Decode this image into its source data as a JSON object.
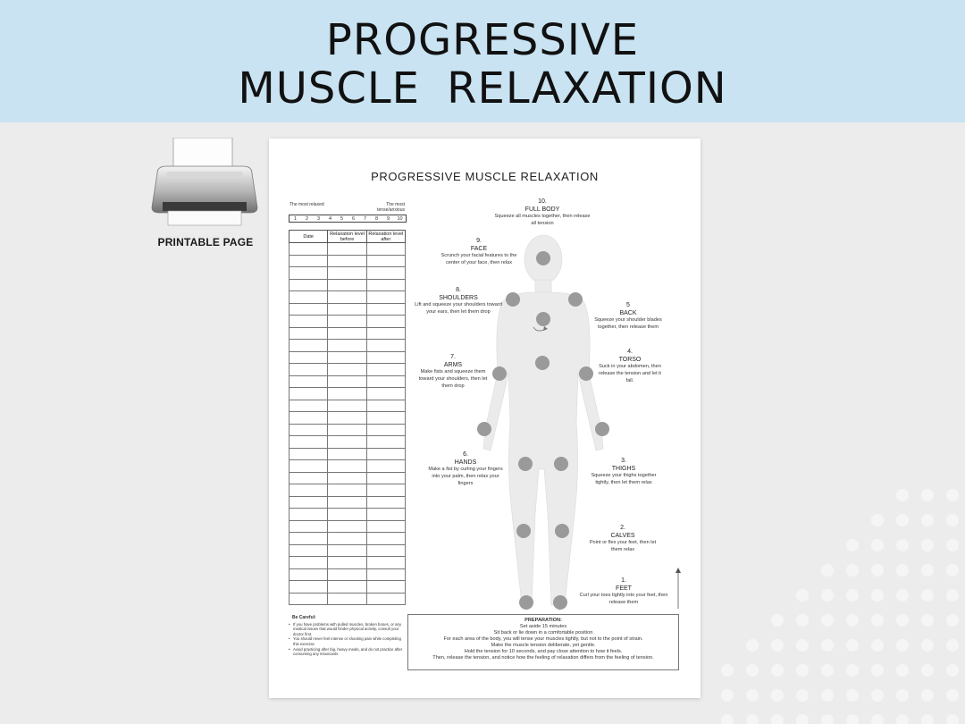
{
  "header": {
    "title_line1": "PROGRESSIVE",
    "title_line2": "MUSCLE RELAXATION"
  },
  "printer": {
    "label": "PRINTABLE PAGE",
    "icon": "printer-icon"
  },
  "sheet": {
    "title": "PROGRESSIVE MUSCLE RELAXATION",
    "scale": {
      "min_label": "The most relaxed",
      "max_label": "The most tense/anxious",
      "numbers": [
        "1",
        "2",
        "3",
        "4",
        "5",
        "6",
        "7",
        "8",
        "9",
        "10"
      ]
    },
    "log_table": {
      "headers": [
        "Date",
        "Relaxation level before",
        "Relaxation level after"
      ],
      "blank_rows": 30
    },
    "careful": {
      "title": "Be Careful:",
      "items": [
        "If you have problems with pulled muscles, broken bones, or any medical issues that would hinder physical activity, consult your doctor first.",
        "You should never feel intense or shooting pain while completing this exercise",
        "Avoid practicing after big, heavy meals, and do not practice after consuming any intoxicants"
      ]
    },
    "preparation": {
      "title": "PREPARATION:",
      "lines": [
        "Set aside 15 minutes",
        "Sit back or lie down in a comfortable position",
        "For each area of the body, you will tense your muscles tightly, but not to the point of strain.",
        "Make the muscle tension deliberate, yet gentle.",
        "Hold the tension for 10 seconds, and pay close attention to how it feels.",
        "Then, release the tension, and notice how the feeling of relaxation differs from the feeling of tension."
      ]
    },
    "steps": [
      {
        "num": "10.",
        "name": "FULL BODY",
        "text": "Squeeze all muscles together, then release all tension"
      },
      {
        "num": "9.",
        "name": "FACE",
        "text": "Scrunch your facial features to the center of your face, then relax"
      },
      {
        "num": "8.",
        "name": "SHOULDERS",
        "text": "Lift and squeeze your shoulders toward your ears, then let them drop"
      },
      {
        "num": "5",
        "name": "BACK",
        "text": "Squeeze your shoulder blades together, then release them"
      },
      {
        "num": "7.",
        "name": "ARMS",
        "text": "Make fists and squeeze them toward your shoulders, then let them drop"
      },
      {
        "num": "4.",
        "name": "TORSO",
        "text": "Suck in your abdomen, then release the tension and let it fall."
      },
      {
        "num": "6.",
        "name": "HANDS",
        "text": "Make a fist by curling your fingers into your palm, then relax your fingers"
      },
      {
        "num": "3.",
        "name": "THIGHS",
        "text": "Squeeze your thighs together tightly, then let them relax"
      },
      {
        "num": "2.",
        "name": "CALVES",
        "text": "Point or flex your feet, then let them relax"
      },
      {
        "num": "1.",
        "name": "FEET",
        "text": "Curl your toes tightly into your feet, then release them"
      }
    ]
  },
  "colors": {
    "banner": "#c9e3f2",
    "background": "#ececec",
    "body_silhouette": "#ebebeb",
    "muscle_spot": "#9a9a9a"
  }
}
